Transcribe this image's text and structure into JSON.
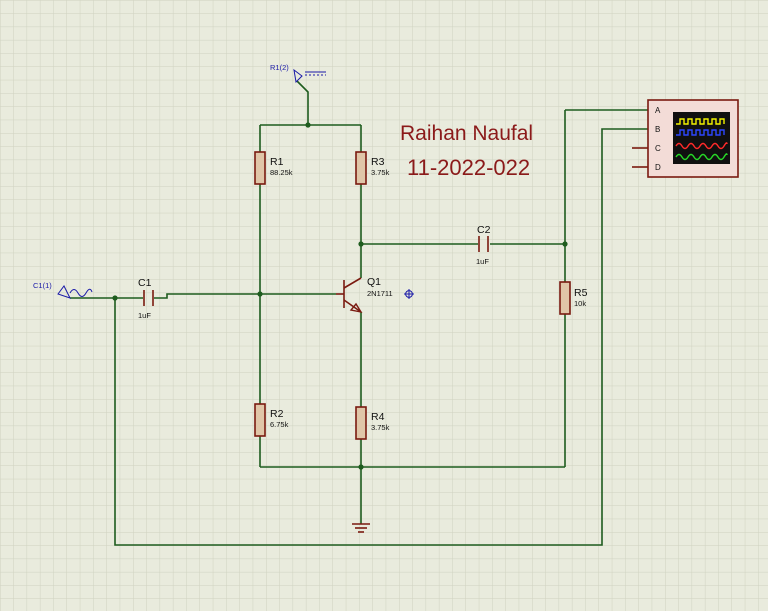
{
  "annotation": {
    "name": "Raihan Naufal",
    "id": "11-2022-022"
  },
  "generators": {
    "input": "C1(1)",
    "dc": "R1(2)"
  },
  "components": {
    "r1": {
      "ref": "R1",
      "value": "88.25k"
    },
    "r2": {
      "ref": "R2",
      "value": "6.75k"
    },
    "r3": {
      "ref": "R3",
      "value": "3.75k"
    },
    "r4": {
      "ref": "R4",
      "value": "3.75k"
    },
    "r5": {
      "ref": "R5",
      "value": "10k"
    },
    "c1": {
      "ref": "C1",
      "value": "1uF"
    },
    "c2": {
      "ref": "C2",
      "value": "1uF"
    },
    "q1": {
      "ref": "Q1",
      "value": "2N1711"
    }
  },
  "oscilloscope": {
    "channels": [
      "A",
      "B",
      "C",
      "D"
    ],
    "trace_colors": [
      "#f2f200",
      "#2d46ff",
      "#ff2a2a",
      "#27d827"
    ]
  },
  "colors": {
    "background": "#e9ebdd",
    "grid": "#cfd2c0",
    "wire": "#1e5c1e",
    "component": "#7a1a10",
    "annotation": "#8b1a1a",
    "generator": "#1a1aa8"
  }
}
